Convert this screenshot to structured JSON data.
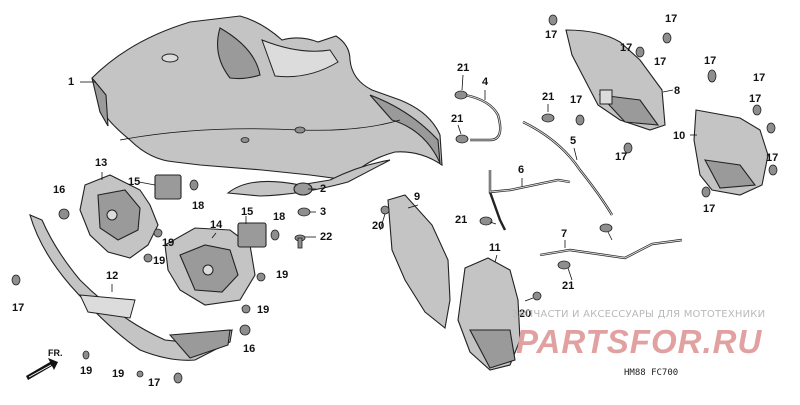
{
  "callouts": {
    "c1": "1",
    "c2": "2",
    "c3": "3",
    "c4": "4",
    "c5": "5",
    "c6": "6",
    "c7": "7",
    "c8": "8",
    "c9": "9",
    "c10": "10",
    "c11": "11",
    "c12": "12",
    "c13": "13",
    "c14": "14",
    "c15a": "15",
    "c15b": "15",
    "c16a": "16",
    "c16b": "16",
    "c17a": "17",
    "c17b": "17",
    "c17c": "17",
    "c17d": "17",
    "c17e": "17",
    "c17f": "17",
    "c17g": "17",
    "c17h": "17",
    "c17i": "17",
    "c17j": "17",
    "c17k": "17",
    "c17l": "17",
    "c17m": "17",
    "c18a": "18",
    "c18b": "18",
    "c19a": "19",
    "c19b": "19",
    "c19c": "19",
    "c19d": "19",
    "c19e": "19",
    "c19f": "19",
    "c20a": "20",
    "c20b": "20",
    "c21a": "21",
    "c21b": "21",
    "c21c": "21",
    "c21d": "21",
    "c21e": "21",
    "c22": "22"
  },
  "watermark": {
    "tagline": "ЗАПЧАСТИ И АКСЕССУАРЫ ДЛЯ МОТОТЕХНИКИ",
    "logo": "PARTSFOR.RU"
  },
  "front_marker": "FR.",
  "diagram_code": "HM88 FC700"
}
